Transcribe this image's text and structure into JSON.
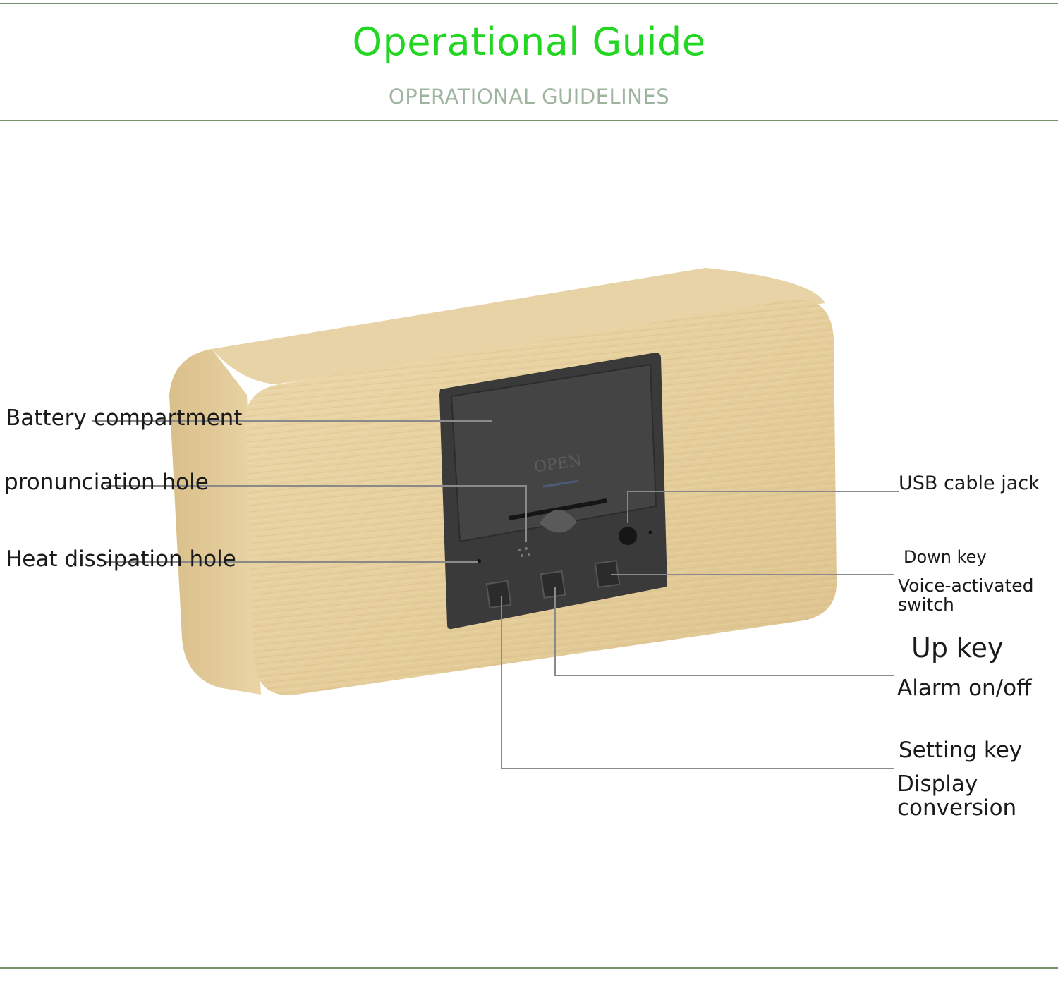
{
  "header": {
    "title": "Operational Guide",
    "subtitle": "OPERATIONAL GUIDELINES"
  },
  "labels": {
    "battery_compartment": "Battery compartment",
    "pronunciation_hole": "pronunciation hole",
    "heat_dissipation_hole": "Heat dissipation hole",
    "usb_cable_jack": "USB cable jack",
    "down_key": "Down key",
    "voice_activated_switch_line1": "Voice-activated",
    "voice_activated_switch_line2": "switch",
    "up_key": "Up key",
    "alarm_on_off": "Alarm on/off",
    "setting_key": "Setting key",
    "display_conversion_line1": "Display",
    "display_conversion_line2": "conversion"
  },
  "device": {
    "battery_cover_text": "OPEN"
  },
  "colors": {
    "title_green": "#22d622",
    "subtitle_gray": "#9fb49f",
    "rule_green": "#7a8f66",
    "wood": "#e9d3a4",
    "panel": "#3a3a3a",
    "leader": "#8a8a8a"
  }
}
